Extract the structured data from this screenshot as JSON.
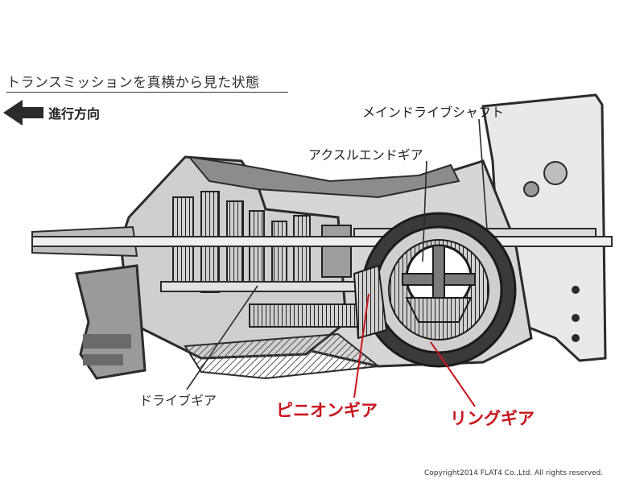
{
  "title": "トランスミッションを真横から見た状態",
  "direction_label": "進行方向",
  "labels": {
    "main_drive_shaft": "メインドライブシャフト",
    "axle_end_gear": "アクスルエンドギア",
    "drive_gear": "ドライブギア",
    "pinion_gear": "ピニオンギア",
    "ring_gear": "リングギア"
  },
  "copyright": "Copyright2014 FLAT4 Co.,Ltd. All rights reserved.",
  "colors": {
    "accent_red": "#c8161d",
    "leader_gray": "#333333",
    "housing_dark": "#2b2b2b",
    "housing_mid": "#6a6a6a",
    "housing_light": "#bdbdbd"
  },
  "icons": [
    "arrow-left-icon"
  ]
}
